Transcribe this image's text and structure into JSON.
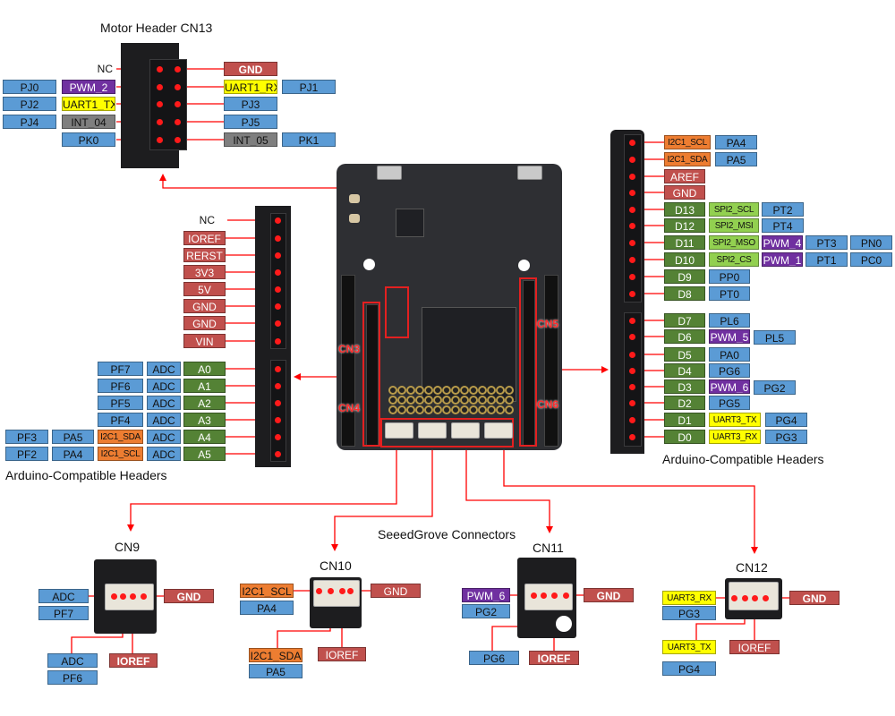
{
  "titles": {
    "motor_header": "Motor Header CN13",
    "arduino_left": "Arduino-Compatible Headers",
    "arduino_right": "Arduino-Compatible Headers",
    "seeed_grove": "SeeedGrove Connectors",
    "cn9": "CN9",
    "cn10": "CN10",
    "cn11": "CN11",
    "cn12": "CN12"
  },
  "board_labels": {
    "cn3": "CN3",
    "cn4": "CN4",
    "cn5": "CN5",
    "cn6": "CN6"
  },
  "colors": {
    "port": "#5b9bd5",
    "power": "#c0504d",
    "digital_analog": "#548235",
    "spi": "#92d050",
    "pwm": "#7030a0",
    "uart": "#ffff00",
    "i2c": "#ed7d31",
    "interrupt": "#7f7f7f",
    "wire": "#ff0000"
  },
  "cn13": {
    "left": [
      {
        "labels": [
          "NC"
        ]
      },
      {
        "labels": [
          "PJ0",
          "PWM_2"
        ]
      },
      {
        "labels": [
          "PJ2",
          "UART1_TX"
        ]
      },
      {
        "labels": [
          "PJ4",
          "INT_04"
        ]
      },
      {
        "labels": [
          "PK0"
        ]
      }
    ],
    "right": [
      {
        "labels": [
          "GND"
        ]
      },
      {
        "labels": [
          "UART1_RX",
          "PJ1"
        ]
      },
      {
        "labels": [
          "PJ3"
        ]
      },
      {
        "labels": [
          "PJ5"
        ]
      },
      {
        "labels": [
          "INT_05",
          "PK1"
        ]
      }
    ]
  },
  "cn3": [
    "NC",
    "IOREF",
    "RERST",
    "3V3",
    "5V",
    "GND",
    "GND",
    "VIN"
  ],
  "cn4": [
    {
      "labels": [
        "PF7",
        "ADC",
        "A0"
      ]
    },
    {
      "labels": [
        "PF6",
        "ADC",
        "A1"
      ]
    },
    {
      "labels": [
        "PF5",
        "ADC",
        "A2"
      ]
    },
    {
      "labels": [
        "PF4",
        "ADC",
        "A3"
      ]
    },
    {
      "labels": [
        "PF3",
        "PA5",
        "I2C1_SDA",
        "ADC",
        "A4"
      ]
    },
    {
      "labels": [
        "PF2",
        "PA4",
        "I2C1_SCL",
        "ADC",
        "A5"
      ]
    }
  ],
  "cn5": [
    {
      "labels": [
        "I2C1_SCL",
        "PA4"
      ]
    },
    {
      "labels": [
        "I2C1_SDA",
        "PA5"
      ]
    },
    {
      "labels": [
        "AREF"
      ]
    },
    {
      "labels": [
        "GND"
      ]
    },
    {
      "labels": [
        "D13",
        "SPI2_SCL",
        "PT2"
      ]
    },
    {
      "labels": [
        "D12",
        "SPI2_MSI",
        "PT4"
      ]
    },
    {
      "labels": [
        "D11",
        "SPI2_MSO",
        "PWM_4",
        "PT3",
        "PN0"
      ]
    },
    {
      "labels": [
        "D10",
        "SPI2_CS",
        "PWM_1",
        "PT1",
        "PC0"
      ]
    },
    {
      "labels": [
        "D9",
        "PP0"
      ]
    },
    {
      "labels": [
        "D8",
        "PT0"
      ]
    }
  ],
  "cn6": [
    {
      "labels": [
        "D7",
        "PL6"
      ]
    },
    {
      "labels": [
        "D6",
        "PWM_5",
        "PL5"
      ]
    },
    {
      "labels": [
        "D5",
        "PA0"
      ]
    },
    {
      "labels": [
        "D4",
        "PG6"
      ]
    },
    {
      "labels": [
        "D3",
        "PWM_6",
        "PG2"
      ]
    },
    {
      "labels": [
        "D2",
        "PG5"
      ]
    },
    {
      "labels": [
        "D1",
        "UART3_TX",
        "PG4"
      ]
    },
    {
      "labels": [
        "D0",
        "UART3_RX",
        "PG3"
      ]
    }
  ],
  "grove": {
    "cn9": {
      "pin1": [
        "ADC",
        "PF7"
      ],
      "pin2": [
        "ADC",
        "PF6"
      ],
      "pin3": "IOREF",
      "pin4": "GND"
    },
    "cn10": {
      "pin1": [
        "I2C1_SCL",
        "PA4"
      ],
      "pin2": [
        "I2C1_SDA",
        "PA5"
      ],
      "pin3": "IOREF",
      "pin4": "GND"
    },
    "cn11": {
      "pin1": [
        "PWM_6",
        "PG2"
      ],
      "pin2": [
        "PG6"
      ],
      "pin3": "IOREF",
      "pin4": "GND"
    },
    "cn12": {
      "pin1": [
        "UART3_RX",
        "PG3"
      ],
      "pin2": [
        "UART3_TX",
        "PG4"
      ],
      "pin3": "IOREF",
      "pin4": "GND"
    }
  }
}
